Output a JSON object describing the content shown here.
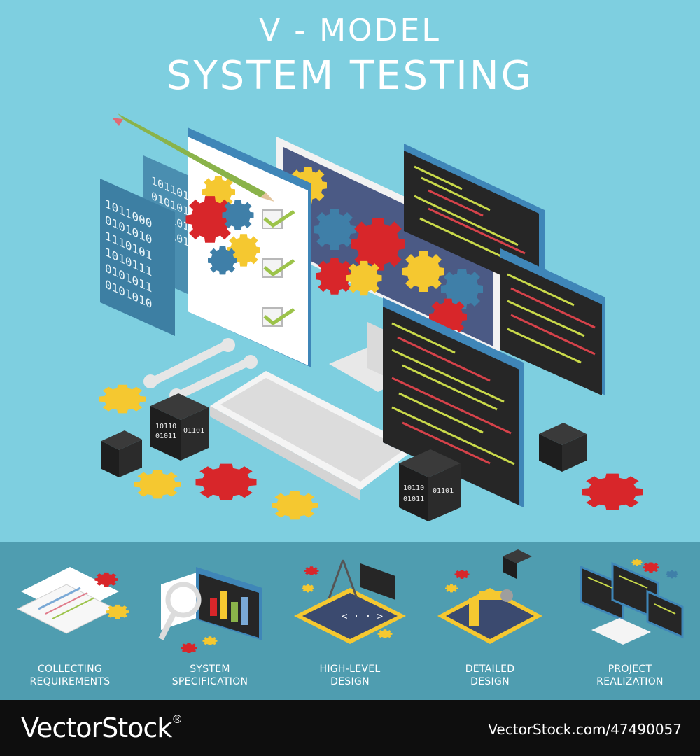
{
  "header": {
    "title_line1": "V - MODEL",
    "title_line2": "SYSTEM TESTING"
  },
  "illustration": {
    "binary_panel_lines": [
      "1011000",
      "0101010",
      "1110101",
      "1010111",
      "0101011",
      "0101010"
    ],
    "binary_panel_back_lines": [
      "1011010",
      "0101010",
      "1101011",
      "0101010"
    ],
    "cube_lines": [
      "10110",
      "01011",
      "01101"
    ],
    "colors": {
      "background": "#7ecfe0",
      "band": "#4f9db0",
      "gear_red": "#d8262a",
      "gear_yellow": "#f5c830",
      "gear_blue": "#3f7fa8",
      "code_screen": "#262626",
      "code_green": "#c9d94a",
      "code_red": "#d6424a",
      "screen_frame": "#3f86b8"
    }
  },
  "stages": [
    {
      "label_line1": "COLLECTING",
      "label_line2": "REQUIREMENTS",
      "icon": "documents-gears-icon"
    },
    {
      "label_line1": "SYSTEM",
      "label_line2": "SPECIFICATION",
      "icon": "magnifier-chart-icon"
    },
    {
      "label_line1": "HIGH-LEVEL",
      "label_line2": "DESIGN",
      "icon": "blueprint-compass-icon"
    },
    {
      "label_line1": "DETAILED",
      "label_line2": "DESIGN",
      "icon": "blueprint-robot-arm-icon"
    },
    {
      "label_line1": "PROJECT",
      "label_line2": "REALIZATION",
      "icon": "code-screens-computer-icon"
    }
  ],
  "footer": {
    "brand": "VectorStock",
    "brand_mark": "®",
    "image_id": "VectorStock.com/47490057"
  }
}
